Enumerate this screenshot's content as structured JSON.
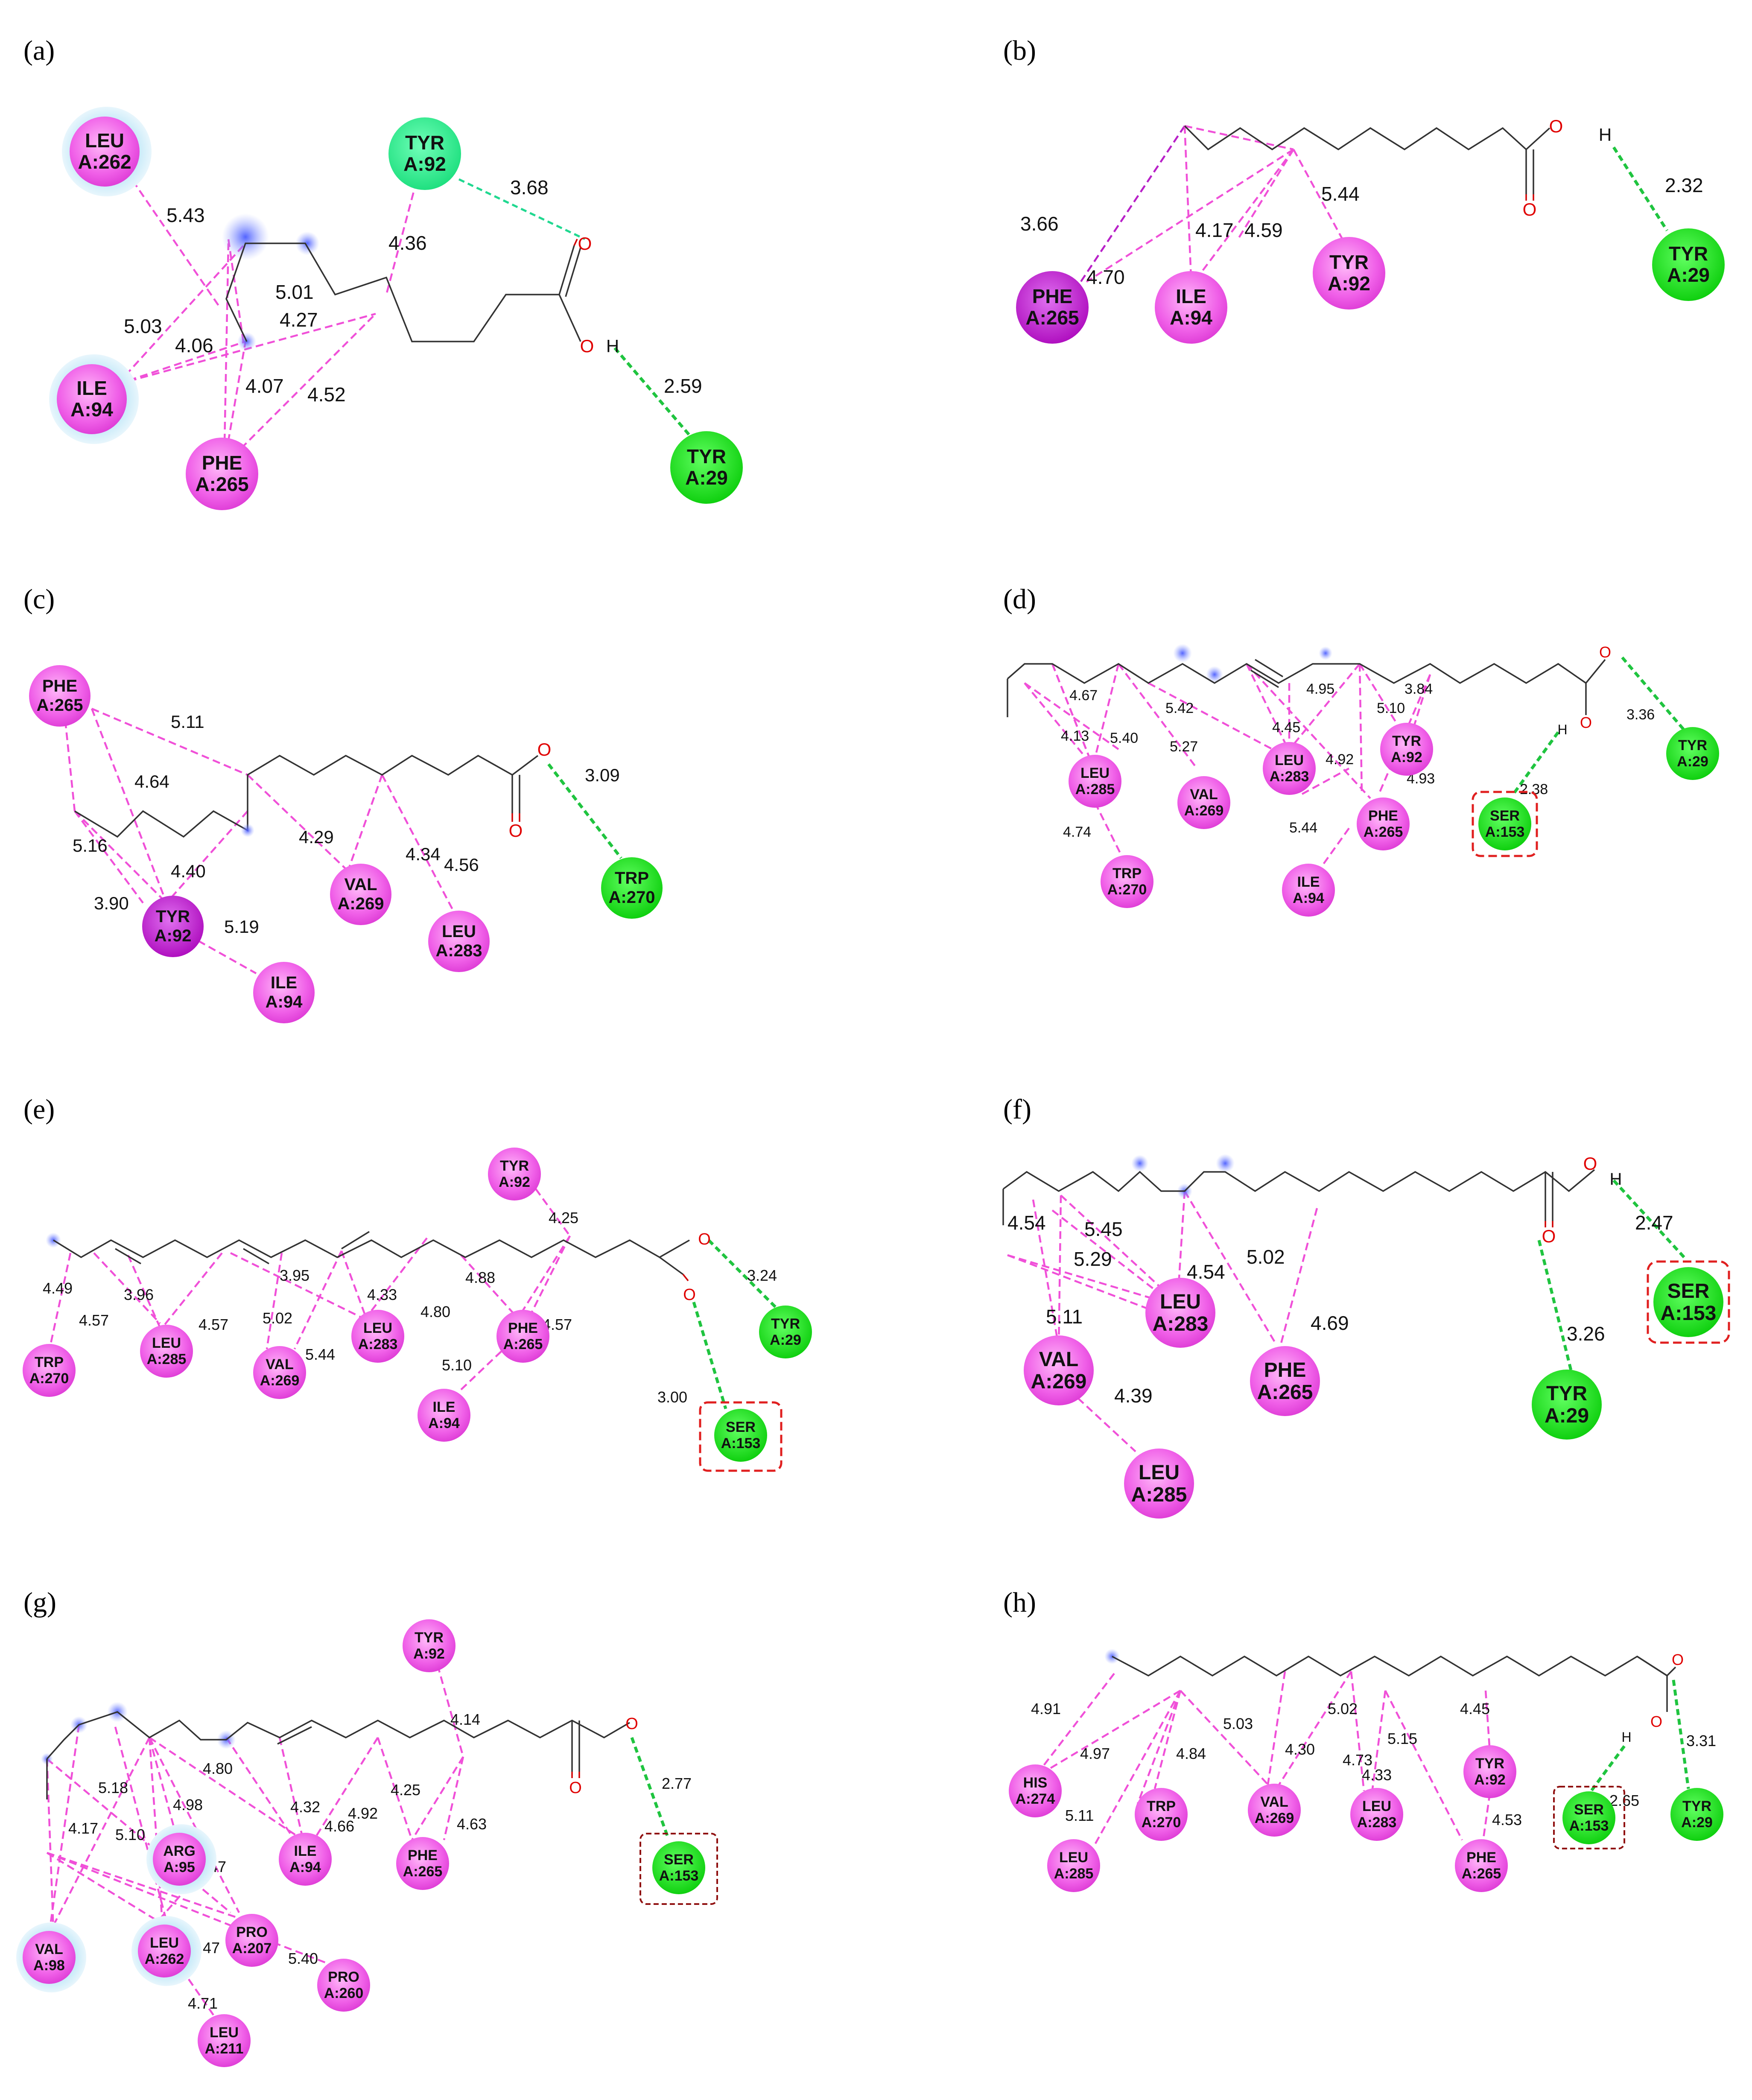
{
  "panels": [
    {
      "label": "(a)",
      "residues": [
        {
          "name": "LEU",
          "num": "A:262"
        },
        {
          "name": "TYR",
          "num": "A:92"
        },
        {
          "name": "ILE",
          "num": "A:94"
        },
        {
          "name": "PHE",
          "num": "A:265"
        },
        {
          "name": "TYR",
          "num": "A:29"
        }
      ],
      "distances": [
        "5.43",
        "3.68",
        "4.36",
        "5.01",
        "5.03",
        "4.27",
        "4.06",
        "4.07",
        "4.52",
        "2.59"
      ],
      "atoms": [
        "O",
        "O",
        "H"
      ]
    },
    {
      "label": "(b)",
      "residues": [
        {
          "name": "PHE",
          "num": "A:265"
        },
        {
          "name": "ILE",
          "num": "A:94"
        },
        {
          "name": "TYR",
          "num": "A:92"
        },
        {
          "name": "TYR",
          "num": "A:29"
        }
      ],
      "distances": [
        "3.66",
        "4.70",
        "4.17",
        "4.59",
        "5.44",
        "2.32"
      ],
      "atoms": [
        "O",
        "O",
        "H"
      ]
    },
    {
      "label": "(c)",
      "residues": [
        {
          "name": "PHE",
          "num": "A:265"
        },
        {
          "name": "TYR",
          "num": "A:92"
        },
        {
          "name": "ILE",
          "num": "A:94"
        },
        {
          "name": "VAL",
          "num": "A:269"
        },
        {
          "name": "LEU",
          "num": "A:283"
        },
        {
          "name": "TRP",
          "num": "A:270"
        }
      ],
      "distances": [
        "5.11",
        "4.64",
        "5.16",
        "4.29",
        "4.34",
        "4.40",
        "4.56",
        "3.90",
        "5.19",
        "3.09"
      ],
      "atoms": [
        "O",
        "O"
      ]
    },
    {
      "label": "(d)",
      "residues": [
        {
          "name": "LEU",
          "num": "A:285"
        },
        {
          "name": "VAL",
          "num": "A:269"
        },
        {
          "name": "LEU",
          "num": "A:283"
        },
        {
          "name": "TYR",
          "num": "A:92"
        },
        {
          "name": "PHE",
          "num": "A:265"
        },
        {
          "name": "TRP",
          "num": "A:270"
        },
        {
          "name": "ILE",
          "num": "A:94"
        },
        {
          "name": "SER",
          "num": "A:153"
        },
        {
          "name": "TYR",
          "num": "A:29"
        }
      ],
      "distances": [
        "4.67",
        "5.42",
        "4.45",
        "4.95",
        "3.84",
        "4.13",
        "5.40",
        "5.27",
        "4.92",
        "5.10",
        "4.93",
        "4.74",
        "5.44",
        "3.36",
        "2.38"
      ],
      "atoms": [
        "O",
        "O",
        "H"
      ]
    },
    {
      "label": "(e)",
      "residues": [
        {
          "name": "TYR",
          "num": "A:92"
        },
        {
          "name": "TRP",
          "num": "A:270"
        },
        {
          "name": "LEU",
          "num": "A:285"
        },
        {
          "name": "VAL",
          "num": "A:269"
        },
        {
          "name": "LEU",
          "num": "A:283"
        },
        {
          "name": "PHE",
          "num": "A:265"
        },
        {
          "name": "ILE",
          "num": "A:94"
        },
        {
          "name": "TYR",
          "num": "A:29"
        },
        {
          "name": "SER",
          "num": "A:153"
        }
      ],
      "distances": [
        "4.25",
        "4.49",
        "3.96",
        "3.95",
        "4.88",
        "3.24",
        "4.57",
        "4.57",
        "5.02",
        "4.33",
        "4.80",
        "5.44",
        "4.57",
        "5.10",
        "3.00"
      ],
      "atoms": [
        "O",
        "O"
      ]
    },
    {
      "label": "(f)",
      "residues": [
        {
          "name": "LEU",
          "num": "A:283"
        },
        {
          "name": "VAL",
          "num": "A:269"
        },
        {
          "name": "PHE",
          "num": "A:265"
        },
        {
          "name": "LEU",
          "num": "A:285"
        },
        {
          "name": "TYR",
          "num": "A:29"
        },
        {
          "name": "SER",
          "num": "A:153"
        }
      ],
      "distances": [
        "4.54",
        "5.45",
        "5.29",
        "4.54",
        "5.02",
        "5.11",
        "4.69",
        "4.39",
        "2.47",
        "3.26"
      ],
      "atoms": [
        "O",
        "O",
        "H"
      ]
    },
    {
      "label": "(g)",
      "residues": [
        {
          "name": "TYR",
          "num": "A:92"
        },
        {
          "name": "ARG",
          "num": "A:95"
        },
        {
          "name": "ILE",
          "num": "A:94"
        },
        {
          "name": "PHE",
          "num": "A:265"
        },
        {
          "name": "VAL",
          "num": "A:98"
        },
        {
          "name": "LEU",
          "num": "A:262"
        },
        {
          "name": "PRO",
          "num": "A:207"
        },
        {
          "name": "PRO",
          "num": "A:260"
        },
        {
          "name": "LEU",
          "num": "A:211"
        },
        {
          "name": "SER",
          "num": "A:153"
        }
      ],
      "distances": [
        "4.14",
        "4.80",
        "5.18",
        "4.17",
        "4.98",
        "5.10",
        "4.32",
        "4.66",
        "4.92",
        "4.25",
        "4.63",
        "5.47",
        "4.47",
        "5.40",
        "4.71",
        "2.77"
      ],
      "atoms": [
        "O",
        "O"
      ]
    },
    {
      "label": "(h)",
      "residues": [
        {
          "name": "HIS",
          "num": "A:274"
        },
        {
          "name": "TRP",
          "num": "A:270"
        },
        {
          "name": "VAL",
          "num": "A:269"
        },
        {
          "name": "LEU",
          "num": "A:283"
        },
        {
          "name": "TYR",
          "num": "A:92"
        },
        {
          "name": "LEU",
          "num": "A:285"
        },
        {
          "name": "PHE",
          "num": "A:265"
        },
        {
          "name": "SER",
          "num": "A:153"
        },
        {
          "name": "TYR",
          "num": "A:29"
        }
      ],
      "distances": [
        "4.91",
        "4.97",
        "5.03",
        "5.02",
        "4.45",
        "4.84",
        "4.30",
        "4.73",
        "5.15",
        "4.33",
        "5.11",
        "4.53",
        "2.65",
        "3.31"
      ],
      "atoms": [
        "O",
        "O",
        "H"
      ]
    }
  ],
  "colors": {
    "pi_alkyl": "#f050d8",
    "hbond": "#1fc43f",
    "residue_pink": "#ee70e8",
    "residue_magenta": "#c020c8",
    "residue_green": "#22dd22",
    "residue_green_light": "#30ee90",
    "atom_oxygen": "#e00000",
    "highlight_box": "#e02020"
  }
}
